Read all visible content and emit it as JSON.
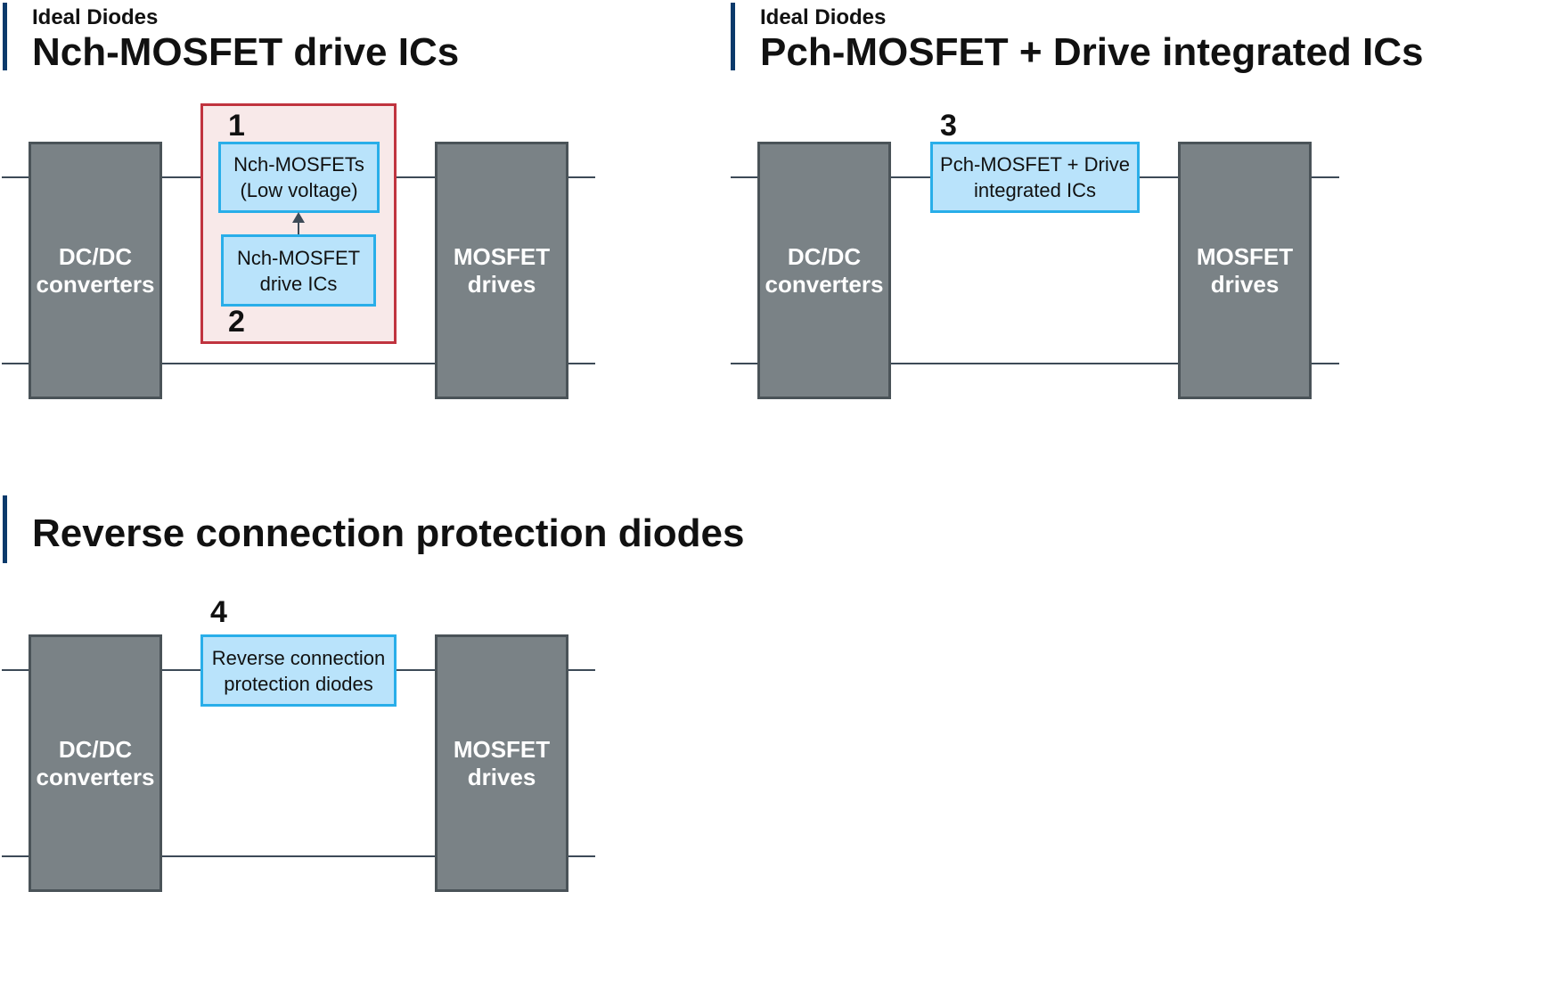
{
  "panel_nch": {
    "eyebrow": "Ideal Diodes",
    "title": "Nch-MOSFET drive ICs",
    "left_block": [
      "DC/DC",
      "converters"
    ],
    "right_block": [
      "MOSFET",
      "drives"
    ],
    "component_top": [
      "Nch-MOSFETs",
      "(Low voltage)"
    ],
    "component_bottom": [
      "Nch-MOSFET",
      "drive ICs"
    ],
    "label_top": "1",
    "label_bottom": "2"
  },
  "panel_pch": {
    "eyebrow": "Ideal Diodes",
    "title": "Pch-MOSFET + Drive integrated ICs",
    "left_block": [
      "DC/DC",
      "converters"
    ],
    "right_block": [
      "MOSFET",
      "drives"
    ],
    "component": [
      "Pch-MOSFET + Drive",
      "integrated ICs"
    ],
    "label": "3"
  },
  "panel_reverse": {
    "title": "Reverse connection protection diodes",
    "left_block": [
      "DC/DC",
      "converters"
    ],
    "right_block": [
      "MOSFET",
      "drives"
    ],
    "component": [
      "Reverse connection",
      "protection diodes"
    ],
    "label": "4"
  },
  "colors": {
    "accent_bar": "#0b3a6b",
    "block_fill": "#7a8286",
    "component_fill": "#b9e3fb",
    "component_border": "#29aee9",
    "group_fill": "#f8e9e9",
    "group_border": "#c0343f"
  }
}
